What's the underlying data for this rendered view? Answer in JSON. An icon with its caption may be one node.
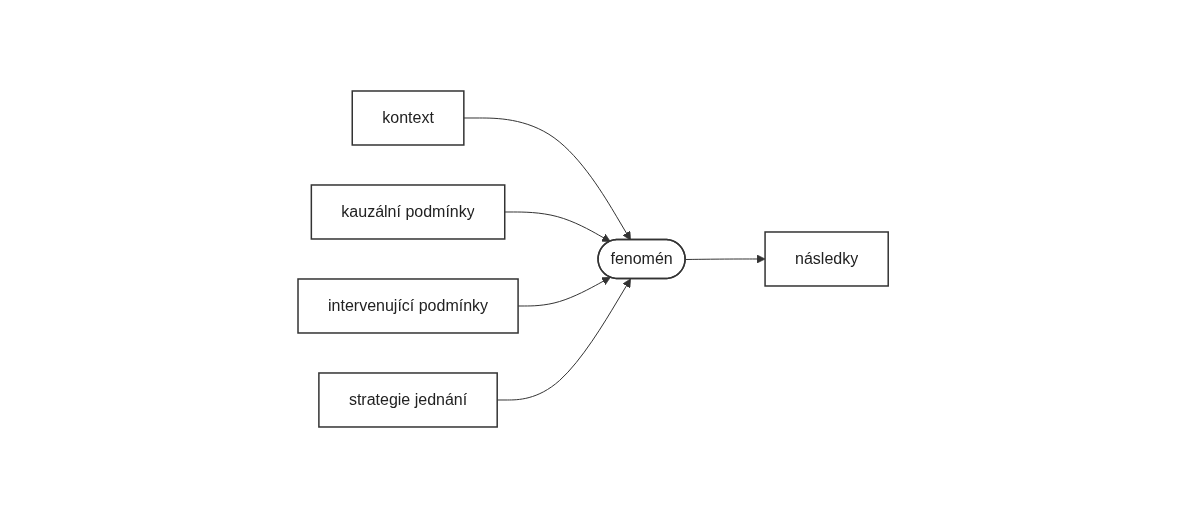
{
  "diagram": {
    "nodes": [
      {
        "text": [
          "kontext"
        ]
      },
      {
        "text": [
          "kauzální podmínky"
        ]
      },
      {
        "text": [
          "fenomén"
        ]
      },
      {
        "text": [
          "následky"
        ]
      },
      {
        "text": [
          "intervenující podmínky"
        ]
      },
      {
        "text": [
          "strategie jednání"
        ]
      }
    ],
    "edges": [
      {
        "from": 0,
        "to": 2,
        "arrow": "to"
      },
      {
        "from": 1,
        "to": 2,
        "arrow": "to"
      },
      {
        "from": 2,
        "to": 3,
        "arrow": "to"
      },
      {
        "from": 4,
        "to": 2,
        "arrow": "to"
      },
      {
        "from": 5,
        "to": 2,
        "arrow": "to"
      }
    ]
  }
}
